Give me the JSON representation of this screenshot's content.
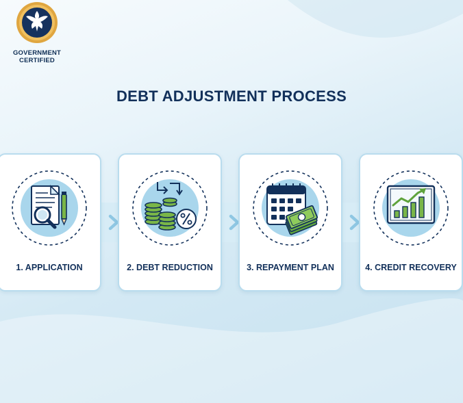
{
  "badge": {
    "line1": "GOVERNMENT",
    "line2": "CERTIFIED"
  },
  "title": "DEBT ADJUSTMENT PROCESS",
  "steps": [
    {
      "label": "1. APPLICATION",
      "icon": "document-magnifier-icon"
    },
    {
      "label": "2. DEBT REDUCTION",
      "icon": "coins-percent-icon"
    },
    {
      "label": "3. REPAYMENT PLAN",
      "icon": "calendar-money-icon"
    },
    {
      "label": "4. CREDIT RECOVERY",
      "icon": "growth-chart-icon"
    }
  ],
  "colors": {
    "navy": "#12305a",
    "card_border": "#b9dcee",
    "icon_circle": "#a9d6ec",
    "accent_green": "#7ab648",
    "badge_gold": "#e0a640",
    "chevron": "#8fc7e3"
  }
}
